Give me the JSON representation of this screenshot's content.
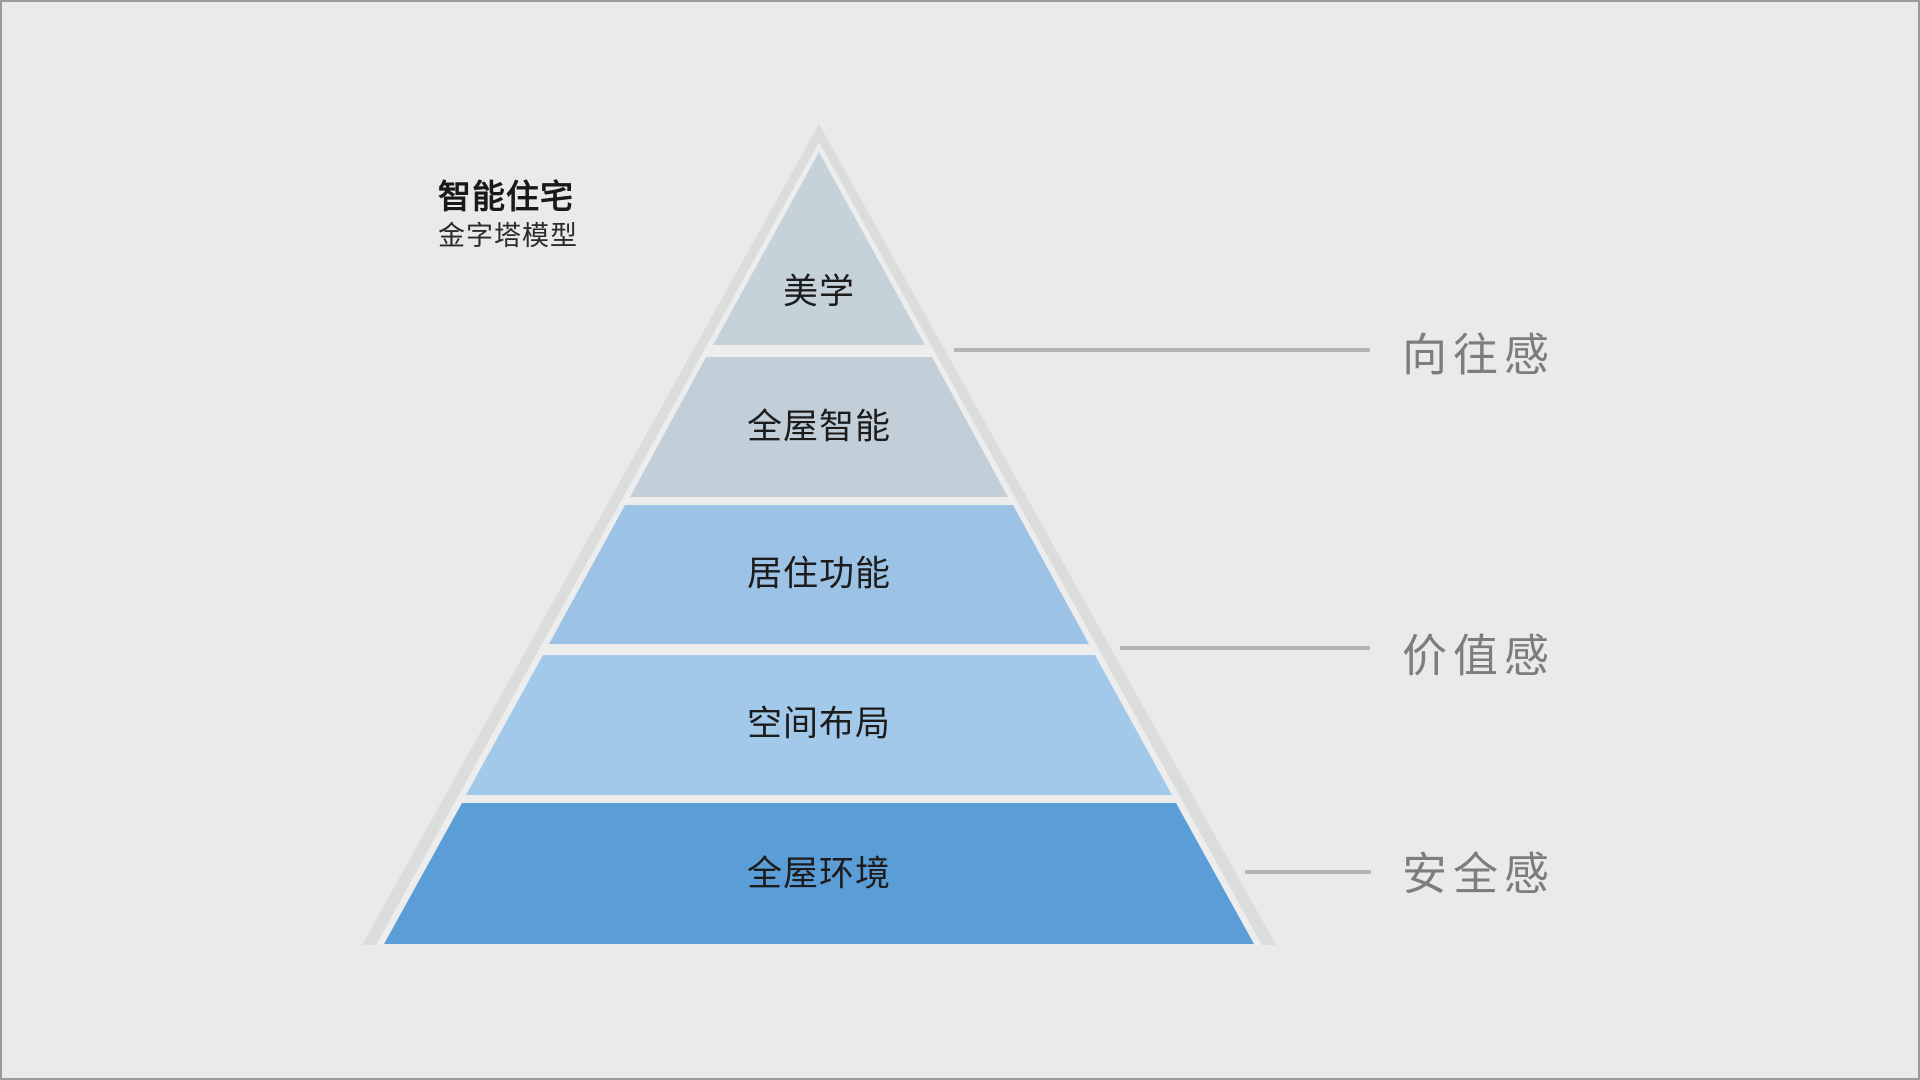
{
  "page": {
    "background": "#e9eaea",
    "border_color": "#9b9b9b"
  },
  "title": {
    "text": "智能住宅",
    "subtitle": "金字塔模型"
  },
  "pyramid": {
    "type": "pyramid-diagram",
    "outline_color": "#dbdcdc",
    "inner_gap_color": "#ededee",
    "label_color": "#1c1c1c",
    "levels": [
      {
        "label": "美学",
        "color": "#c6d2da"
      },
      {
        "label": "全屋智能",
        "color": "#c3cfd8"
      },
      {
        "label": "居住功能",
        "color": "#9cc3e6"
      },
      {
        "label": "空间布局",
        "color": "#a3c9ea"
      },
      {
        "label": "全屋环境",
        "color": "#5b9dd6"
      }
    ]
  },
  "annotations": [
    {
      "label": "向往感"
    },
    {
      "label": "价值感"
    },
    {
      "label": "安全感"
    }
  ],
  "annotation_style": {
    "text_color": "#7c7d7d",
    "line_color": "#b3b4b4"
  }
}
